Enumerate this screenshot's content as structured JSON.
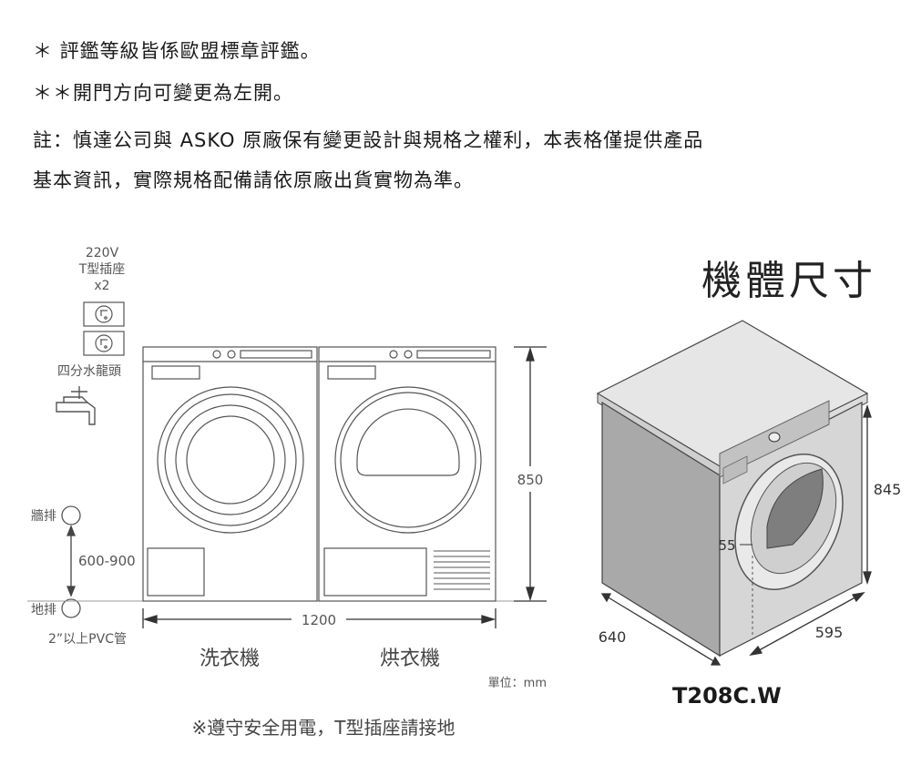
{
  "notes": {
    "line1": "＊ 評鑑等級皆係歐盟標章評鑑。",
    "line2": "＊＊開門方向可變更為左開。",
    "line3": "註：慎達公司與 ASKO 原廠保有變更設計與規格之權利，本表格僅提供產品",
    "line4": "基本資訊，實際規格配備請依原廠出貨實物為準。"
  },
  "left_diagram": {
    "socket_voltage": "220V",
    "socket_type": "T型插座",
    "socket_count": "x2",
    "faucet_label": "四分水龍頭",
    "wall_drain_label": "牆排",
    "drain_height": "600-900",
    "floor_drain_label": "地排",
    "pvc_label": "2”以上PVC管",
    "height_label": "850",
    "width_label": "1200",
    "washer_label": "洗衣機",
    "dryer_label": "烘衣機",
    "unit_label": "單位：mm",
    "warning": "※遵守安全用電，T型插座請接地"
  },
  "right_diagram": {
    "title": "機體尺寸",
    "height_label": "845",
    "door_label": "55",
    "depth_label": "640",
    "width_label": "595",
    "model": "T208C.W"
  }
}
